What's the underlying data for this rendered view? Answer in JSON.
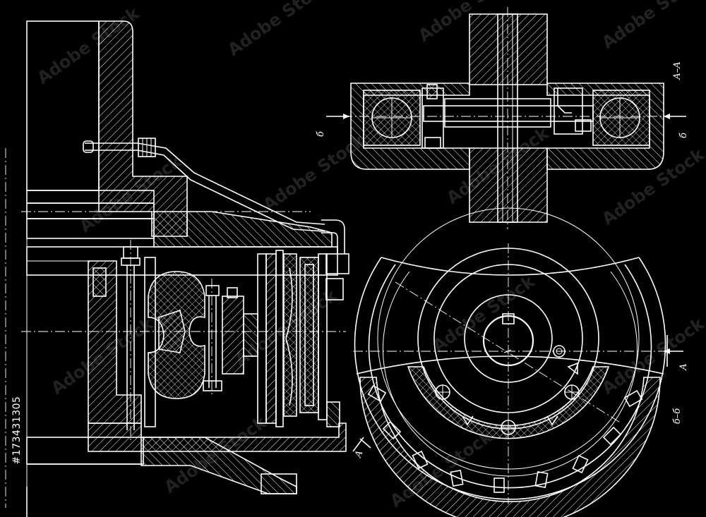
{
  "section_labels": {
    "top_right_title": "A–A",
    "left_arrow_b": "б",
    "right_arrow_b": "б",
    "right_arrow_a": "A",
    "bottom_section_title": "б–б",
    "left_arrow_a": "A"
  },
  "stock_id": "#173431305",
  "watermark_text": "Adobe Stock",
  "colors": {
    "background": "#000000",
    "lines": "#ffffff"
  }
}
